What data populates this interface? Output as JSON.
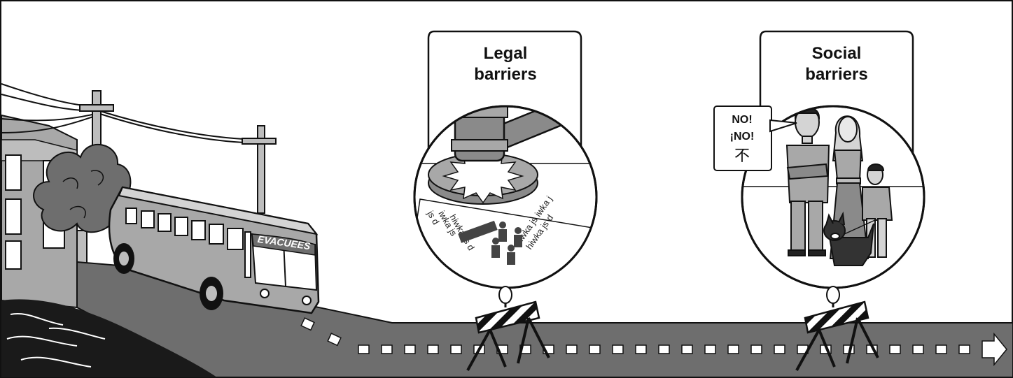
{
  "panel_legal": {
    "title_line1": "Legal",
    "title_line2": "barriers"
  },
  "panel_social": {
    "title_line1": "Social",
    "title_line2": "barriers"
  },
  "bus": {
    "label": "EVACUEES"
  },
  "protest_sign": {
    "line1": "NO!",
    "line2": "¡NO!",
    "line3": "不"
  },
  "document_text": [
    "js d",
    "iwka js",
    "hiwka js d",
    "hiwka js iwka j",
    "hiwka js d"
  ],
  "colors": {
    "road": "#6e6e6e",
    "building": "#a8a8a8",
    "water": "#1a1a1a",
    "gavel": "#8a8a8a",
    "outline": "#111111"
  }
}
